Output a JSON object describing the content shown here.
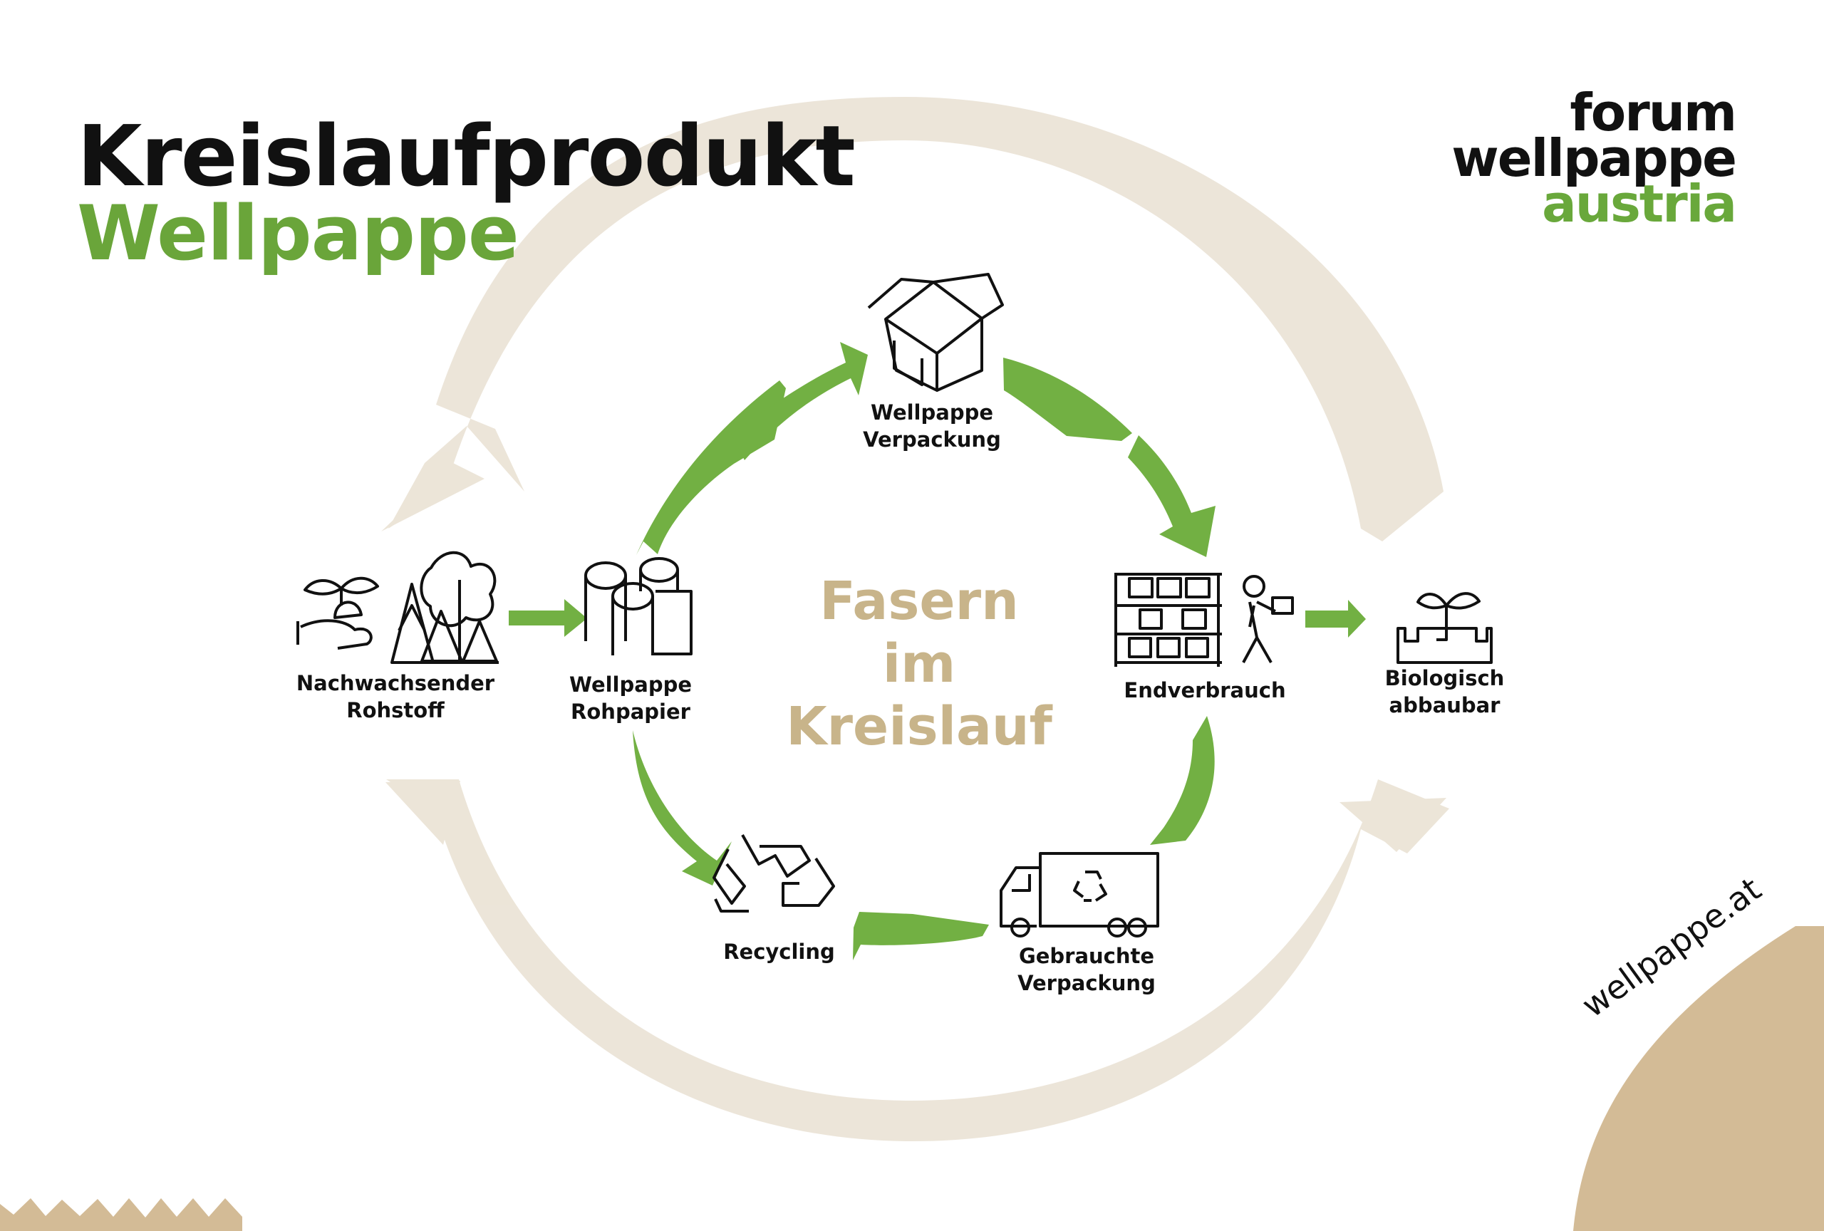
{
  "title": {
    "line1": "Kreislaufprodukt",
    "line2": "Wellpappe"
  },
  "logo": {
    "line1": "forum",
    "line2": "wellpappe",
    "line3": "austria"
  },
  "center_text": {
    "line1": "Fasern",
    "line2": "im Kreislauf"
  },
  "nodes": {
    "renewable": "Nachwachsender\nRohstoff",
    "raw_paper": "Wellpappe\nRohpapier",
    "packaging": "Wellpappe\nVerpackung",
    "consumption": "Endverbrauch",
    "biodegradable": "Biologisch\nabbaubar",
    "used_packaging": "Gebrauchte\nVerpackung",
    "recycling": "Recycling"
  },
  "footer": {
    "url": "wellpappe.at"
  },
  "colors": {
    "green": "#72b043",
    "beige": "#eee8dd",
    "tan": "#c8b48a",
    "black": "#111111"
  }
}
